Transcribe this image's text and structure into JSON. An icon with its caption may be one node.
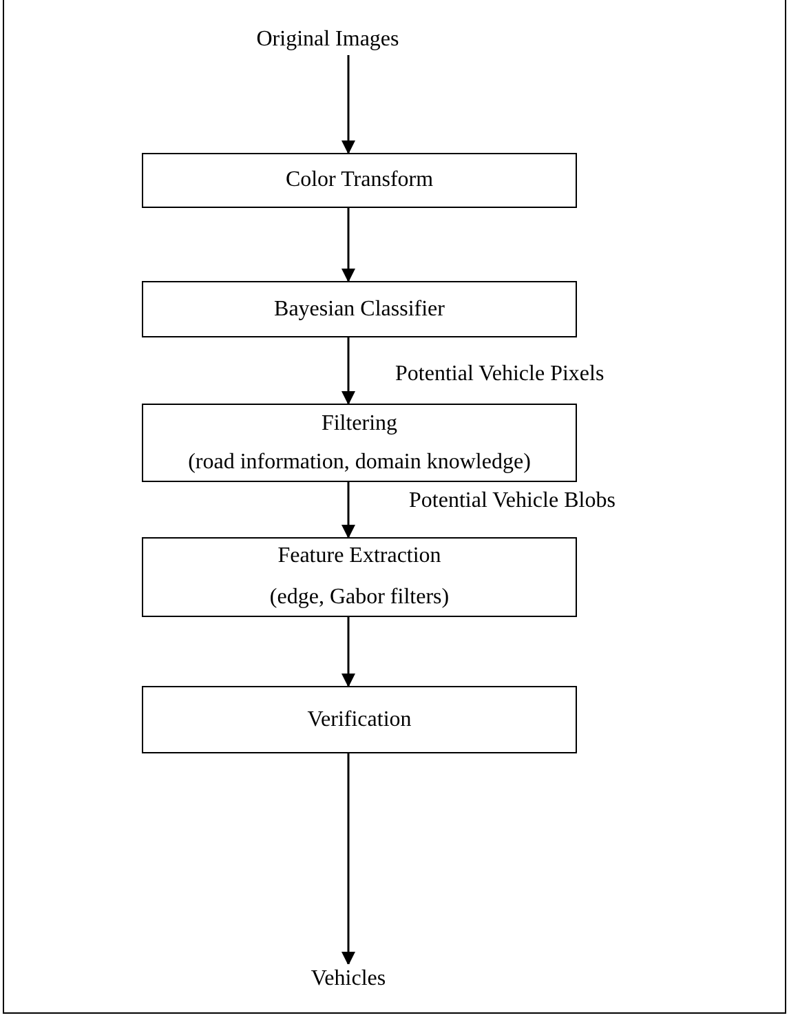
{
  "diagram": {
    "nodes": [
      {
        "text": [
          "Original Images"
        ]
      },
      {
        "text": [
          "Color Transform"
        ]
      },
      {
        "text": [
          "Bayesian Classifier"
        ]
      },
      {
        "text": [
          "Filtering",
          "(road information, domain knowledge)"
        ]
      },
      {
        "text": [
          "Feature Extraction",
          "(edge, Gabor filters)"
        ]
      },
      {
        "text": [
          "Verification"
        ]
      },
      {
        "text": [
          "Vehicles"
        ]
      }
    ],
    "edges": [
      {
        "from": 0,
        "to": 1,
        "arrow": "to"
      },
      {
        "from": 1,
        "to": 2,
        "arrow": "to"
      },
      {
        "from": 2,
        "to": 3,
        "arrow": "to",
        "label": "Potential Vehicle Pixels"
      },
      {
        "from": 3,
        "to": 4,
        "arrow": "to",
        "label": "Potential Vehicle Blobs"
      },
      {
        "from": 4,
        "to": 5,
        "arrow": "to"
      },
      {
        "from": 5,
        "to": 6,
        "arrow": "to"
      }
    ]
  }
}
